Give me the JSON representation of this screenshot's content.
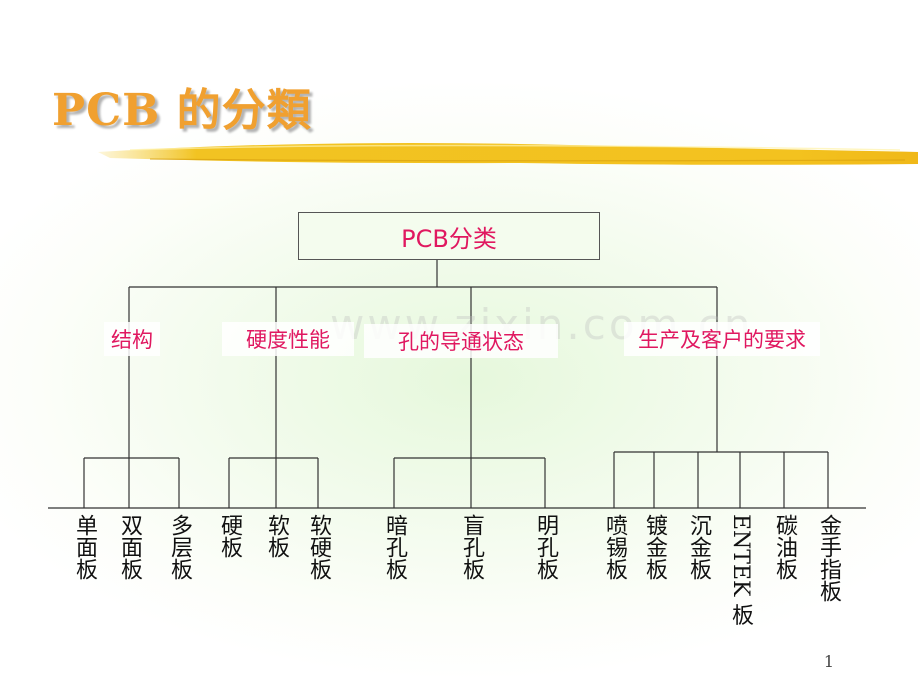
{
  "title": "PCB 的分類",
  "root": "PCB分类",
  "categories": [
    {
      "label": "结构",
      "leaves": [
        "单面板",
        "双面板",
        "多层板"
      ]
    },
    {
      "label": "硬度性能",
      "leaves": [
        "硬板",
        "软板",
        "软硬板"
      ]
    },
    {
      "label": "孔的导通状态",
      "leaves": [
        "暗孔板",
        "盲孔板",
        "明孔板"
      ]
    },
    {
      "label": "生产及客户的要求",
      "leaves": [
        "喷锡板",
        "镀金板",
        "沉金板",
        "ENTEK 板",
        "碳油板",
        "金手指板"
      ]
    }
  ],
  "watermark": "www.zixin.com.cn",
  "page_number": "1",
  "colors": {
    "title": "#f0a030",
    "node_text": "#e01860",
    "brush": "#f2c322"
  }
}
